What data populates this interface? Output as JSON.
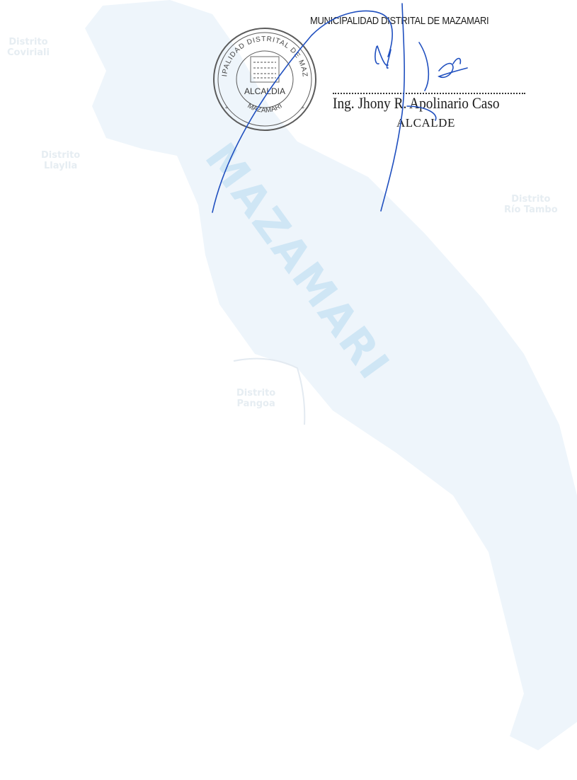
{
  "watermark": {
    "text": "MAZAMARI",
    "districts": [
      {
        "line1": "Distrito",
        "line2": "Coviriali"
      },
      {
        "line1": "Distrito",
        "line2": "Llaylla"
      },
      {
        "line1": "Distrito",
        "line2": "Río Tambo"
      },
      {
        "line1": "Distrito",
        "line2": "Pangoa"
      }
    ]
  },
  "seal": {
    "outer_text": "MUNICIPALIDAD DISTRITAL DE MAZAMARI",
    "center_text": "ALCALDIA",
    "bottom_text": "MAZAMARI"
  },
  "signature_block": {
    "header": "MUNICIPALIDAD DISTRITAL DE MAZAMARI",
    "name": "Ing. Jhony R. Apolinario Caso",
    "title": "ALCALDE"
  },
  "colors": {
    "watermark_map": "#eef5fb",
    "watermark_text": "#cfe6f5",
    "seal_ink": "#5b5b5b",
    "signature_ink": "#1f4fbf"
  }
}
